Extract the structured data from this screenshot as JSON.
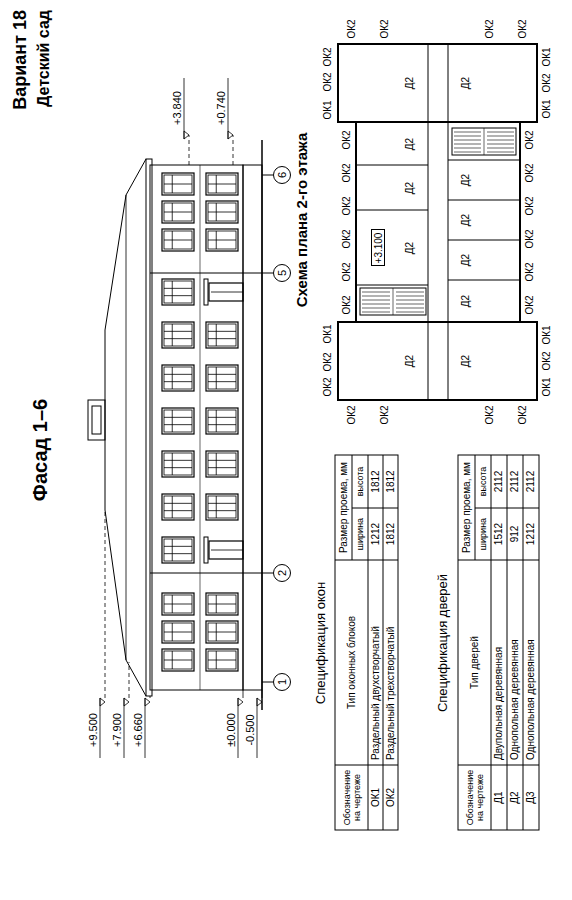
{
  "diagram": {
    "title": "Вариант 18",
    "nodes": [
      {
        "text": [
          "1"
        ]
      },
      {
        "text": [
          "2"
        ]
      },
      {
        "text": [
          "5"
        ]
      },
      {
        "text": [
          "6"
        ]
      },
      {
        "text": [
          "+3.100"
        ]
      }
    ],
    "labels": [
      "Детский сад",
      "Фасад 1–6",
      "Схема плана 2-го этажа",
      "+9.500",
      "+7.900",
      "+6.660",
      "±0.000",
      "-0.500",
      "+3.840",
      "+0.740",
      "Спецификация окон",
      "Обозначение на чертеже",
      "Тип оконных блоков",
      "Размер проема, мм",
      "ширина",
      "высота",
      "ОК1",
      "Раздельный двухстворчатый",
      "1212",
      "1812",
      "ОК2",
      "Раздельный трехстворчатый",
      "1812",
      "1812",
      "Спецификация дверей",
      "Обозначение на чертеже",
      "Тип дверей",
      "Размер проема, мм",
      "ширина",
      "высота",
      "Д1",
      "Двупольная деревянная",
      "1512",
      "2112",
      "Д2",
      "Однопольная деревянная",
      "912",
      "2112",
      "Д3",
      "Однопольная деревянная",
      "1212",
      "2112",
      "ОК2",
      "ОК2",
      "ОК1",
      "ОК2",
      "ОК2",
      "ОК2",
      "ОК2",
      "ОК2",
      "ОК2",
      "ОК1",
      "ОК2",
      "ОК2",
      "ОК1",
      "ОК2",
      "ОК1",
      "ОК2",
      "ОК2",
      "ОК2",
      "ОК2",
      "ОК2",
      "ОК2",
      "ОК1",
      "ОК2",
      "ОК1",
      "ОК2",
      "ОК2",
      "ОК2",
      "ОК2",
      "ОК2",
      "ОК2",
      "ОК2",
      "ОК2",
      "Д2",
      "Д2",
      "Д2",
      "Д2",
      "Д2",
      "Д2",
      "Д2",
      "Д2",
      "Д2",
      "Д2",
      "Д2"
    ]
  }
}
